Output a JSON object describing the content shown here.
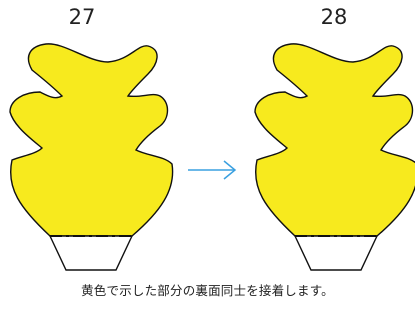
{
  "steps": {
    "left_number": "27",
    "right_number": "28"
  },
  "caption": "黄色で示した部分の裏面同士を接着します。",
  "colors": {
    "fill_yellow": "#f7ea1e",
    "outline": "#111111",
    "arrow": "#3aa0e0"
  }
}
